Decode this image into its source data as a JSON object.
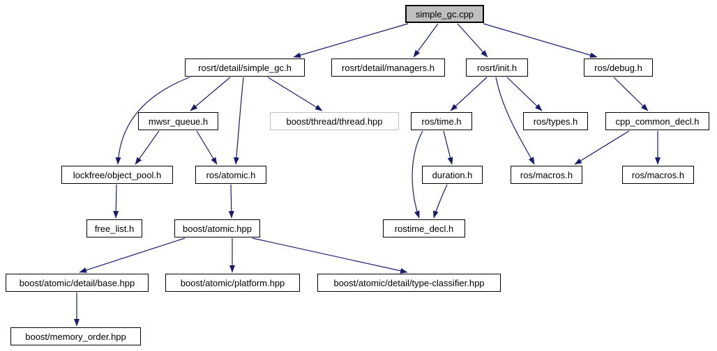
{
  "graph": {
    "colors": {
      "background": "#ffffff",
      "edge_color": "#191970",
      "node_border_color": "#000000",
      "node_fill": "#ffffff",
      "main_node_fill": "#bfbfbf",
      "external_border_color": "#c0c0c0",
      "text_color": "#000000"
    },
    "nodes": [
      {
        "id": "simple_gc_cpp",
        "label": "simple_gc.cpp",
        "type": "main"
      },
      {
        "id": "rosrt_detail_simple_gc_h",
        "label": "rosrt/detail/simple_gc.h",
        "type": "internal"
      },
      {
        "id": "rosrt_detail_managers_h",
        "label": "rosrt/detail/managers.h",
        "type": "internal"
      },
      {
        "id": "rosrt_init_h",
        "label": "rosrt/init.h",
        "type": "internal"
      },
      {
        "id": "ros_debug_h",
        "label": "ros/debug.h",
        "type": "internal"
      },
      {
        "id": "mwsr_queue_h",
        "label": "mwsr_queue.h",
        "type": "internal"
      },
      {
        "id": "boost_thread_thread_hpp",
        "label": "boost/thread/thread.hpp",
        "type": "external"
      },
      {
        "id": "ros_time_h",
        "label": "ros/time.h",
        "type": "internal"
      },
      {
        "id": "ros_types_h",
        "label": "ros/types.h",
        "type": "internal"
      },
      {
        "id": "cpp_common_decl_h",
        "label": "cpp_common_decl.h",
        "type": "internal"
      },
      {
        "id": "lockfree_object_pool_h",
        "label": "lockfree/object_pool.h",
        "type": "internal"
      },
      {
        "id": "ros_atomic_h",
        "label": "ros/atomic.h",
        "type": "internal"
      },
      {
        "id": "duration_h",
        "label": "duration.h",
        "type": "internal"
      },
      {
        "id": "ros_macros_h_a",
        "label": "ros/macros.h",
        "type": "internal"
      },
      {
        "id": "ros_macros_h_b",
        "label": "ros/macros.h",
        "type": "internal"
      },
      {
        "id": "free_list_h",
        "label": "free_list.h",
        "type": "internal"
      },
      {
        "id": "boost_atomic_hpp",
        "label": "boost/atomic.hpp",
        "type": "internal"
      },
      {
        "id": "rostime_decl_h",
        "label": "rostime_decl.h",
        "type": "internal"
      },
      {
        "id": "boost_atomic_detail_base_hpp",
        "label": "boost/atomic/detail/base.hpp",
        "type": "internal"
      },
      {
        "id": "boost_atomic_platform_hpp",
        "label": "boost/atomic/platform.hpp",
        "type": "internal"
      },
      {
        "id": "boost_atomic_detail_type_classifier_hpp",
        "label": "boost/atomic/detail/type-classifier.hpp",
        "type": "internal"
      },
      {
        "id": "boost_memory_order_hpp",
        "label": "boost/memory_order.hpp",
        "type": "internal"
      }
    ],
    "edges": [
      {
        "from": "simple_gc_cpp",
        "to": "rosrt_detail_simple_gc_h"
      },
      {
        "from": "simple_gc_cpp",
        "to": "rosrt_detail_managers_h"
      },
      {
        "from": "simple_gc_cpp",
        "to": "rosrt_init_h"
      },
      {
        "from": "simple_gc_cpp",
        "to": "ros_debug_h"
      },
      {
        "from": "rosrt_detail_simple_gc_h",
        "to": "lockfree_object_pool_h"
      },
      {
        "from": "rosrt_detail_simple_gc_h",
        "to": "mwsr_queue_h"
      },
      {
        "from": "rosrt_detail_simple_gc_h",
        "to": "ros_atomic_h"
      },
      {
        "from": "rosrt_detail_simple_gc_h",
        "to": "boost_thread_thread_hpp"
      },
      {
        "from": "mwsr_queue_h",
        "to": "lockfree_object_pool_h"
      },
      {
        "from": "mwsr_queue_h",
        "to": "ros_atomic_h"
      },
      {
        "from": "lockfree_object_pool_h",
        "to": "free_list_h"
      },
      {
        "from": "ros_atomic_h",
        "to": "boost_atomic_hpp"
      },
      {
        "from": "boost_atomic_hpp",
        "to": "boost_atomic_detail_base_hpp"
      },
      {
        "from": "boost_atomic_hpp",
        "to": "boost_atomic_platform_hpp"
      },
      {
        "from": "boost_atomic_hpp",
        "to": "boost_atomic_detail_type_classifier_hpp"
      },
      {
        "from": "boost_atomic_detail_base_hpp",
        "to": "boost_memory_order_hpp"
      },
      {
        "from": "rosrt_init_h",
        "to": "ros_time_h"
      },
      {
        "from": "rosrt_init_h",
        "to": "ros_macros_h_a"
      },
      {
        "from": "rosrt_init_h",
        "to": "ros_types_h"
      },
      {
        "from": "ros_time_h",
        "to": "duration_h"
      },
      {
        "from": "ros_time_h",
        "to": "rostime_decl_h"
      },
      {
        "from": "duration_h",
        "to": "rostime_decl_h"
      },
      {
        "from": "ros_debug_h",
        "to": "cpp_common_decl_h"
      },
      {
        "from": "cpp_common_decl_h",
        "to": "ros_macros_h_a"
      },
      {
        "from": "cpp_common_decl_h",
        "to": "ros_macros_h_b"
      }
    ]
  }
}
